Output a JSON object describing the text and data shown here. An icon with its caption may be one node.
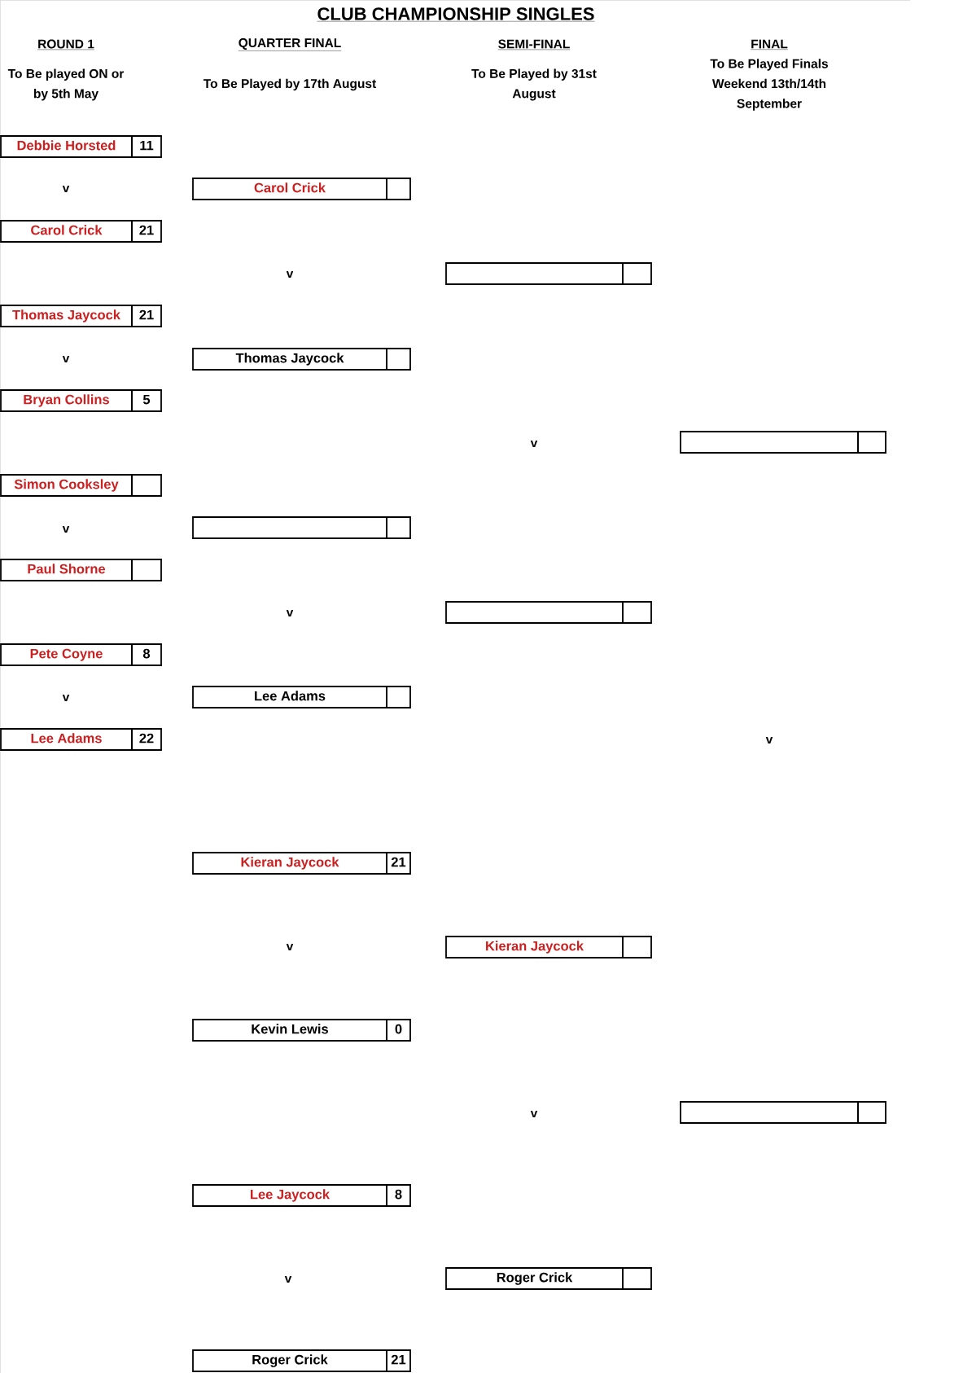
{
  "diagram": {
    "title": "CLUB CHAMPIONSHIP SINGLES",
    "nodes": [
      {
        "text": [
          "Debbie Horsted",
          "11"
        ]
      },
      {
        "text": [
          "Carol Crick",
          "21"
        ]
      },
      {
        "text": [
          "Thomas Jaycock",
          "21"
        ]
      },
      {
        "text": [
          "Bryan Collins",
          "5"
        ]
      },
      {
        "text": [
          "Simon Cooksley"
        ]
      },
      {
        "text": [
          "Paul Shorne"
        ]
      },
      {
        "text": [
          "Pete Coyne",
          "8"
        ]
      },
      {
        "text": [
          "Lee Adams",
          "22"
        ]
      },
      {
        "text": [
          "Carol Crick"
        ]
      },
      {
        "text": [
          "Thomas Jaycock"
        ]
      },
      {
        "text": [],
        "shape": "box"
      },
      {
        "text": [
          "Lee Adams"
        ]
      },
      {
        "text": [
          "Kieran Jaycock",
          "21"
        ]
      },
      {
        "text": [
          "Kevin Lewis",
          "0"
        ]
      },
      {
        "text": [
          "Lee Jaycock",
          "8"
        ]
      },
      {
        "text": [
          "Roger Crick",
          "21"
        ]
      },
      {
        "text": [],
        "shape": "box"
      },
      {
        "text": [],
        "shape": "box"
      },
      {
        "text": [
          "Kieran Jaycock"
        ]
      },
      {
        "text": [
          "Roger Crick"
        ]
      },
      {
        "text": [],
        "shape": "box"
      },
      {
        "text": [],
        "shape": "box"
      }
    ],
    "labels": [
      "ROUND 1",
      "QUARTER FINAL",
      "SEMI-FINAL",
      "FINAL",
      "To Be played ON or by 5th May",
      "To Be Played by 17th August",
      "To Be Played by 31st August",
      "To Be Played Finals Weekend 13th/14th September",
      "v",
      "v",
      "v",
      "v",
      "v",
      "v",
      "v",
      "v",
      "v",
      "v",
      "v"
    ]
  }
}
